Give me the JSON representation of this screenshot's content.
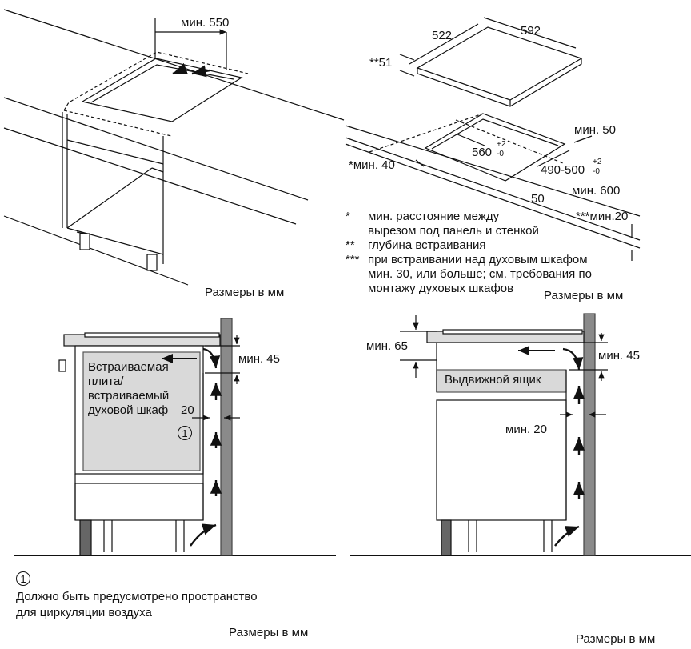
{
  "top_left": {
    "dim_min550": "мин. 550",
    "units": "Размеры в мм"
  },
  "top_right": {
    "dim_522": "522",
    "dim_592": "592",
    "dim_51": "**51",
    "dim_min50_top": "мин. 50",
    "dim_560": "560",
    "dim_560_tol_plus": "+2",
    "dim_560_tol_minus": "-0",
    "dim_490_500": "490-500",
    "dim_490_tol_plus": "+2",
    "dim_490_tol_minus": "-0",
    "dim_min40": "*мин. 40",
    "dim_50": "50",
    "dim_min600": "мин. 600",
    "dim_min20": "***мин.20",
    "notes": [
      {
        "mark": "*",
        "text": "мин. расстояние между\nвырезом под панель и стенкой"
      },
      {
        "mark": "**",
        "text": "глубина встраивания"
      },
      {
        "mark": "***",
        "text": "при встраивании над духовым шкафом\nмин. 30, или больше; см. требования по\nмонтажу духовых шкафов"
      }
    ],
    "units": "Размеры в мм"
  },
  "bottom_left": {
    "oven_label_1": "Встраиваемая",
    "oven_label_2": "плита/",
    "oven_label_3": "встраиваемый",
    "oven_label_4": "духовой шкаф",
    "dim_min45": "мин. 45",
    "dim_20": "20",
    "circle_mark": "1",
    "footnote_mark": "1",
    "footnote_line1": "Должно быть предусмотрено пространство",
    "footnote_line2": "для циркуляции воздуха",
    "units": "Размеры в мм"
  },
  "bottom_right": {
    "dim_min65": "мин. 65",
    "dim_min45": "мин. 45",
    "drawer_label": "Выдвижной ящик",
    "dim_min20": "мин. 20",
    "units": "Размеры в мм"
  }
}
